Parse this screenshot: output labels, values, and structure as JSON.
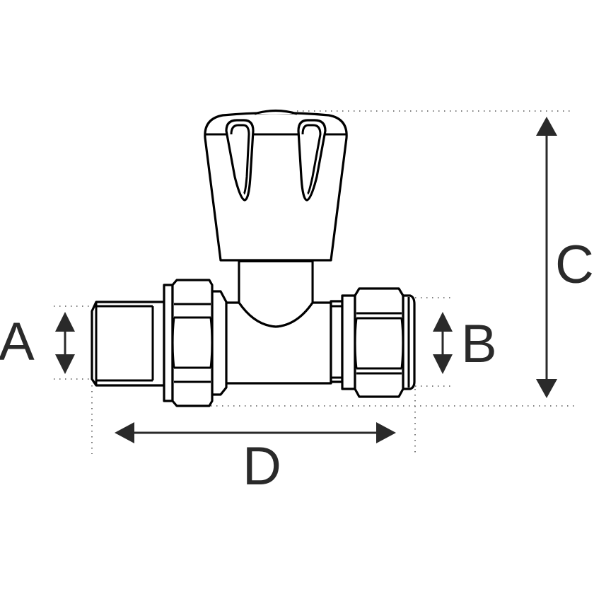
{
  "diagram": {
    "subject": "Straight radiator valve with handwheel cap",
    "line_color": "#000000",
    "dimension_color": "#2a2a2a",
    "background": "#ffffff"
  },
  "dimensions": {
    "A": {
      "label": "A",
      "description": "Male thread outer diameter (left tail)"
    },
    "B": {
      "label": "B",
      "description": "Compression nut outer diameter (right)"
    },
    "C": {
      "label": "C",
      "description": "Overall height"
    },
    "D": {
      "label": "D",
      "description": "Overall length"
    }
  }
}
